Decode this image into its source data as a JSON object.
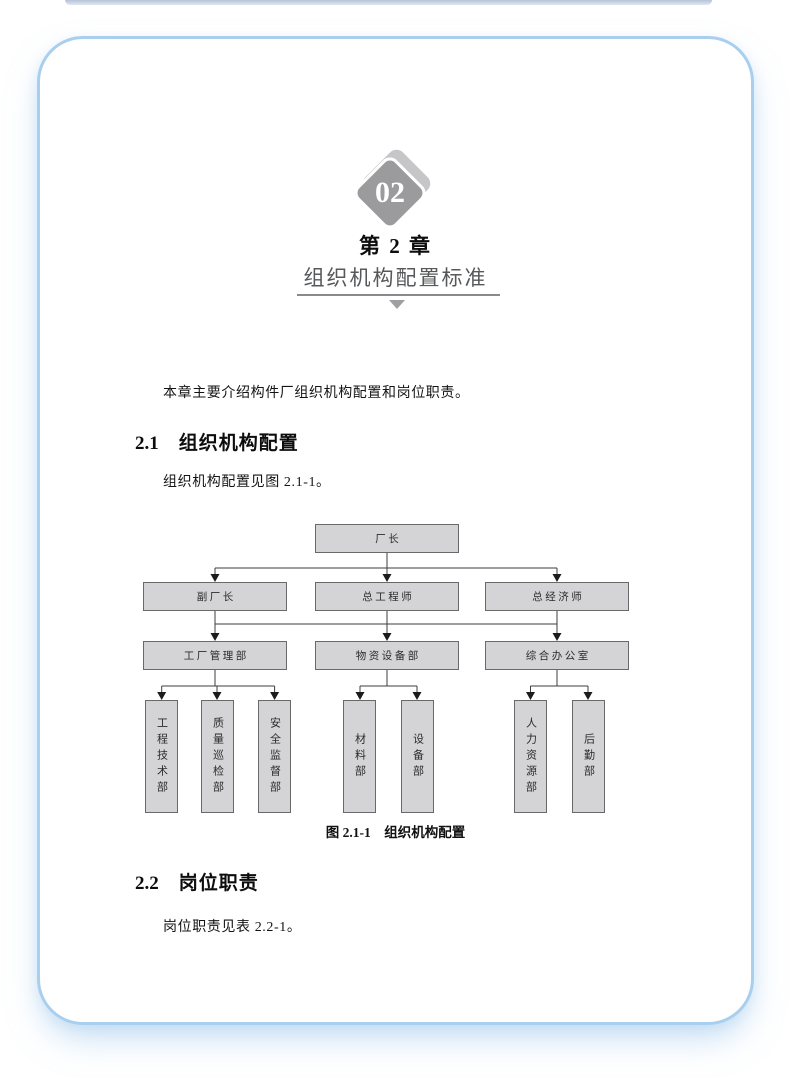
{
  "chapter": {
    "badge_number": "02",
    "heading": "第 2 章",
    "subtitle": "组织机构配置标准"
  },
  "intro": "本章主要介绍构件厂组织机构配置和岗位职责。",
  "sections": [
    {
      "number": "2.1",
      "title": "组织机构配置",
      "body": "组织机构配置见图 2.1-1。"
    },
    {
      "number": "2.2",
      "title": "岗位职责",
      "body": "岗位职责见表 2.2-1。"
    }
  ],
  "figure": {
    "caption": "图 2.1-1　组织机构配置",
    "type": "org-chart",
    "root": "厂长",
    "level2": [
      "副厂长",
      "总工程师",
      "总经济师"
    ],
    "level3": [
      "工厂管理部",
      "物资设备部",
      "综合办公室"
    ],
    "level4": {
      "group1": [
        "工程技术部",
        "质量巡检部",
        "安全监督部"
      ],
      "group2": [
        "材料部",
        "设备部"
      ],
      "group3": [
        "人力资源部",
        "后勤部"
      ]
    }
  },
  "colors": {
    "page_border": "#a9cfee",
    "badge_gray": "#9b9b9d",
    "badge_back_gray": "#c6c6c8",
    "node_fill": "#d4d4d6",
    "node_border": "#69696b",
    "subtitle_gray": "#57585a"
  }
}
